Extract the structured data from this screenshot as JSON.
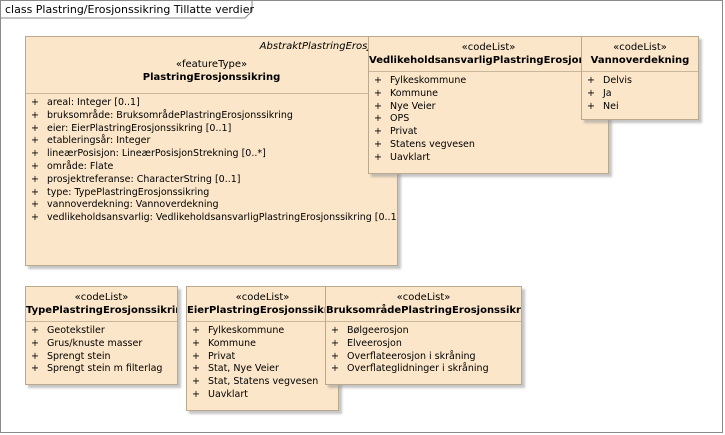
{
  "frame": {
    "title": "class Plastring/Erosjonssikring Tillatte verdier"
  },
  "classes": {
    "plastring": {
      "abstract_parent": "AbstraktPlastringErosjonss",
      "stereotype": "«featureType»",
      "name": "PlastringErosjonssikring",
      "attributes": [
        "areal: Integer [0..1]",
        "bruksområde: BruksområdePlastringErosjonssikring",
        "eier: EierPlastringErosjonssikring [0..1]",
        "etableringsår: Integer",
        "lineærPosisjon: LineærPosisjonStrekning [0..*]",
        "område: Flate",
        "prosjektreferanse: CharacterString [0..1]",
        "type: TypePlastringErosjonssikring",
        "vannoverdekning: Vannoverdekning",
        "vedlikeholdsansvarlig: VedlikeholdsansvarligPlastringErosjonssikring [0..1]"
      ]
    },
    "vedlikehold": {
      "stereotype": "«codeList»",
      "name": "VedlikeholdsansvarligPlastringErosjonssikring",
      "attributes": [
        "Fylkeskommune",
        "Kommune",
        "Nye Veier",
        "OPS",
        "Privat",
        "Statens vegvesen",
        "Uavklart"
      ]
    },
    "vannoverdekning": {
      "stereotype": "«codeList»",
      "name": "Vannoverdekning",
      "attributes": [
        "Delvis",
        "Ja",
        "Nei"
      ]
    },
    "type": {
      "stereotype": "«codeList»",
      "name": "TypePlastringErosjonssikring",
      "attributes": [
        "Geotekstiler",
        "Grus/knuste masser",
        "Sprengt stein",
        "Sprengt stein m filterlag"
      ]
    },
    "eier": {
      "stereotype": "«codeList»",
      "name": "EierPlastringErosjonssikring",
      "attributes": [
        "Fylkeskommune",
        "Kommune",
        "Privat",
        "Stat, Nye Veier",
        "Stat, Statens vegvesen",
        "Uavklart"
      ]
    },
    "bruksomrade": {
      "stereotype": "«codeList»",
      "name": "BruksområdePlastringErosjonssikring",
      "attributes": [
        "Bølgeerosjon",
        "Elveerosjon",
        "Overflateerosjon i skråning",
        "Overflateglidninger i skråning"
      ]
    }
  },
  "attribute_marker": "+"
}
